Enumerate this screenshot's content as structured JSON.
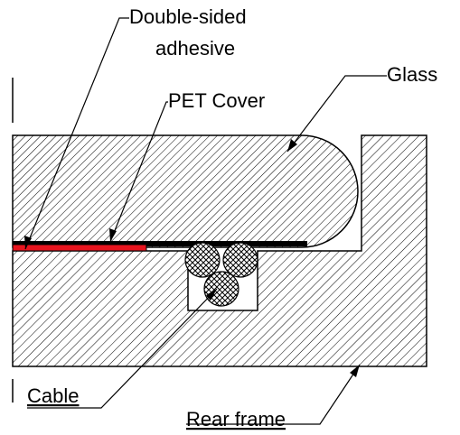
{
  "labels": {
    "adhesive_line1": "Double-sided",
    "adhesive_line2": "adhesive",
    "glass": "Glass",
    "pet_cover": "PET Cover",
    "cable": "Cable",
    "rear_frame": "Rear frame"
  },
  "colors": {
    "adhesive": "#e8141e",
    "pet_cover": "#000000",
    "line": "#000000",
    "background": "#ffffff"
  }
}
